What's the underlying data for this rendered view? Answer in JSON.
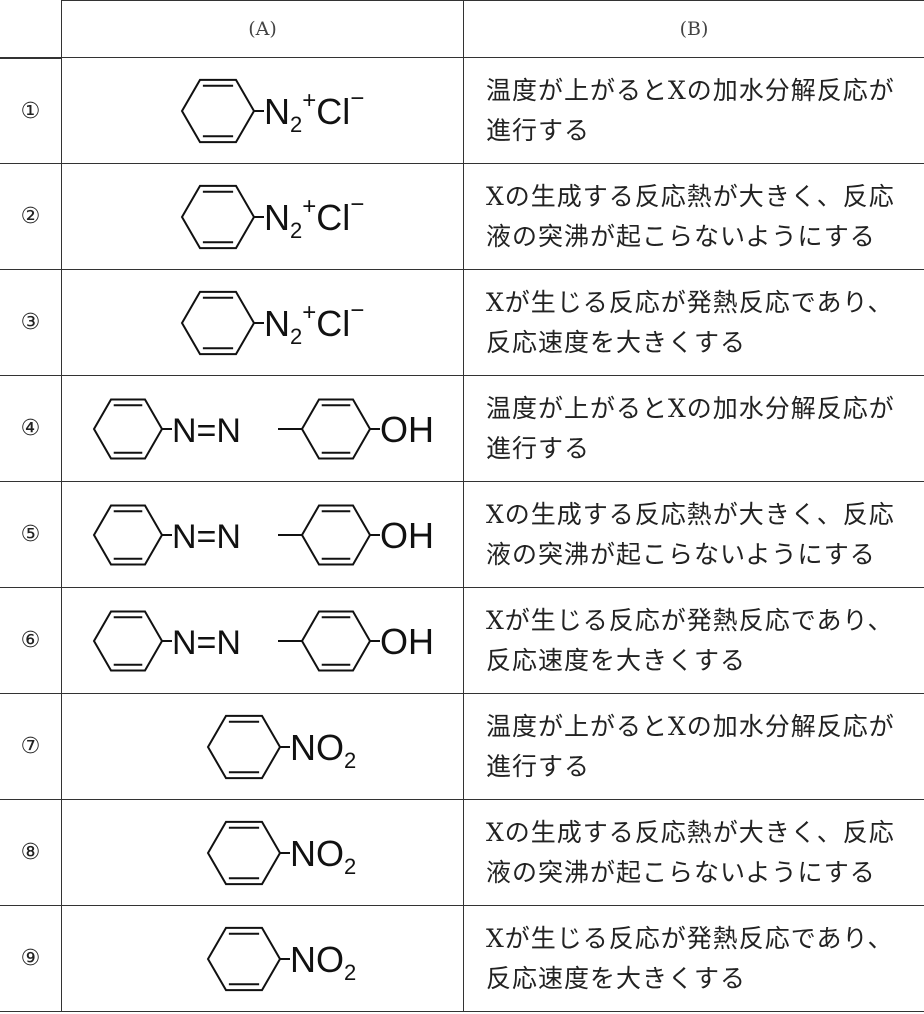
{
  "table": {
    "headers": {
      "a": "(A)",
      "b": "(B)"
    },
    "rows": [
      {
        "num": "①",
        "a_type": "diazonium",
        "b": "温度が上がるとXの加水分解反応が進行する"
      },
      {
        "num": "②",
        "a_type": "diazonium",
        "b": "Xの生成する反応熱が大きく、反応液の突沸が起こらないようにする"
      },
      {
        "num": "③",
        "a_type": "diazonium",
        "b": "Xが生じる反応が発熱反応であり、反応速度を大きくする"
      },
      {
        "num": "④",
        "a_type": "azo",
        "b": "温度が上がるとXの加水分解反応が進行する"
      },
      {
        "num": "⑤",
        "a_type": "azo",
        "b": "Xの生成する反応熱が大きく、反応液の突沸が起こらないようにする"
      },
      {
        "num": "⑥",
        "a_type": "azo",
        "b": "Xが生じる反応が発熱反応であり、反応速度を大きくする"
      },
      {
        "num": "⑦",
        "a_type": "nitro",
        "b": "温度が上がるとXの加水分解反応が進行する"
      },
      {
        "num": "⑧",
        "a_type": "nitro",
        "b": "Xの生成する反応熱が大きく、反応液の突沸が起こらないようにする"
      },
      {
        "num": "⑨",
        "a_type": "nitro",
        "b": "Xが生じる反応が発熱反応であり、反応速度を大きくする"
      }
    ]
  },
  "formulas": {
    "diazonium": {
      "n": "N",
      "sub": "2",
      "sup1": "+",
      "cl": "Cl",
      "sup2": "−"
    },
    "azo": {
      "nn": "N=N",
      "oh": "OH"
    },
    "nitro": {
      "no": "NO",
      "sub": "2"
    }
  }
}
